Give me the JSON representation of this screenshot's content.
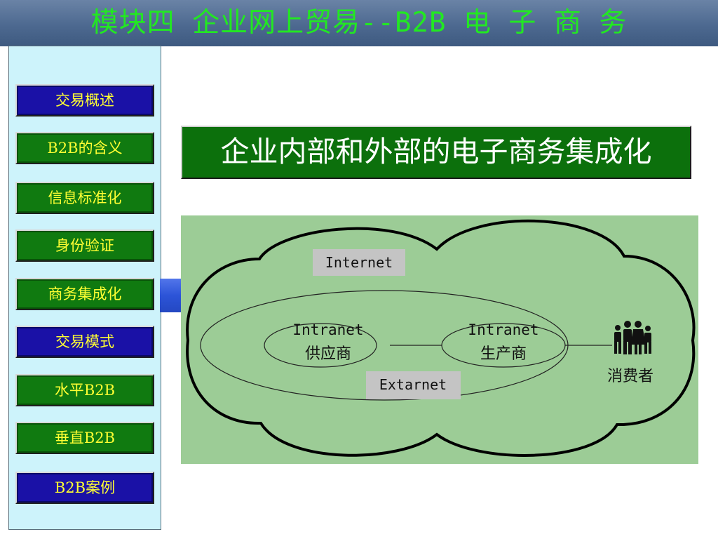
{
  "header": {
    "title": "模块四  企业网上贸易--B2B 电 子 商 务"
  },
  "sidebar": {
    "items": [
      {
        "label": "交易概述"
      },
      {
        "label": "B2B的含义"
      },
      {
        "label": "信息标准化"
      },
      {
        "label": "身份验证"
      },
      {
        "label": "商务集成化"
      },
      {
        "label": "交易模式"
      },
      {
        "label": "水平B2B"
      },
      {
        "label": "垂直B2B"
      },
      {
        "label": "B2B案例"
      }
    ]
  },
  "main": {
    "title": "企业内部和外部的电子商务集成化"
  },
  "diagram": {
    "internet_label": "Internet",
    "extranet_label": "Extarnet",
    "supplier": {
      "line1": "Intranet",
      "line2": "供应商"
    },
    "producer": {
      "line1": "Intranet",
      "line2": "生产商"
    },
    "consumer_label": "消费者"
  },
  "colors": {
    "header_bg": "#4d6990",
    "header_text": "#22e822",
    "sidebar_bg": "#cdf3fb",
    "nav_blue": "#1a11a6",
    "nav_green": "#107a10",
    "nav_text": "#ffff33",
    "title_bg": "#0c700c",
    "diagram_bg": "#9ccc96",
    "label_box": "#c4c4c4"
  },
  "icons": {
    "nav_arrow": "arrow-right-icon",
    "consumer": "people-group-icon"
  }
}
